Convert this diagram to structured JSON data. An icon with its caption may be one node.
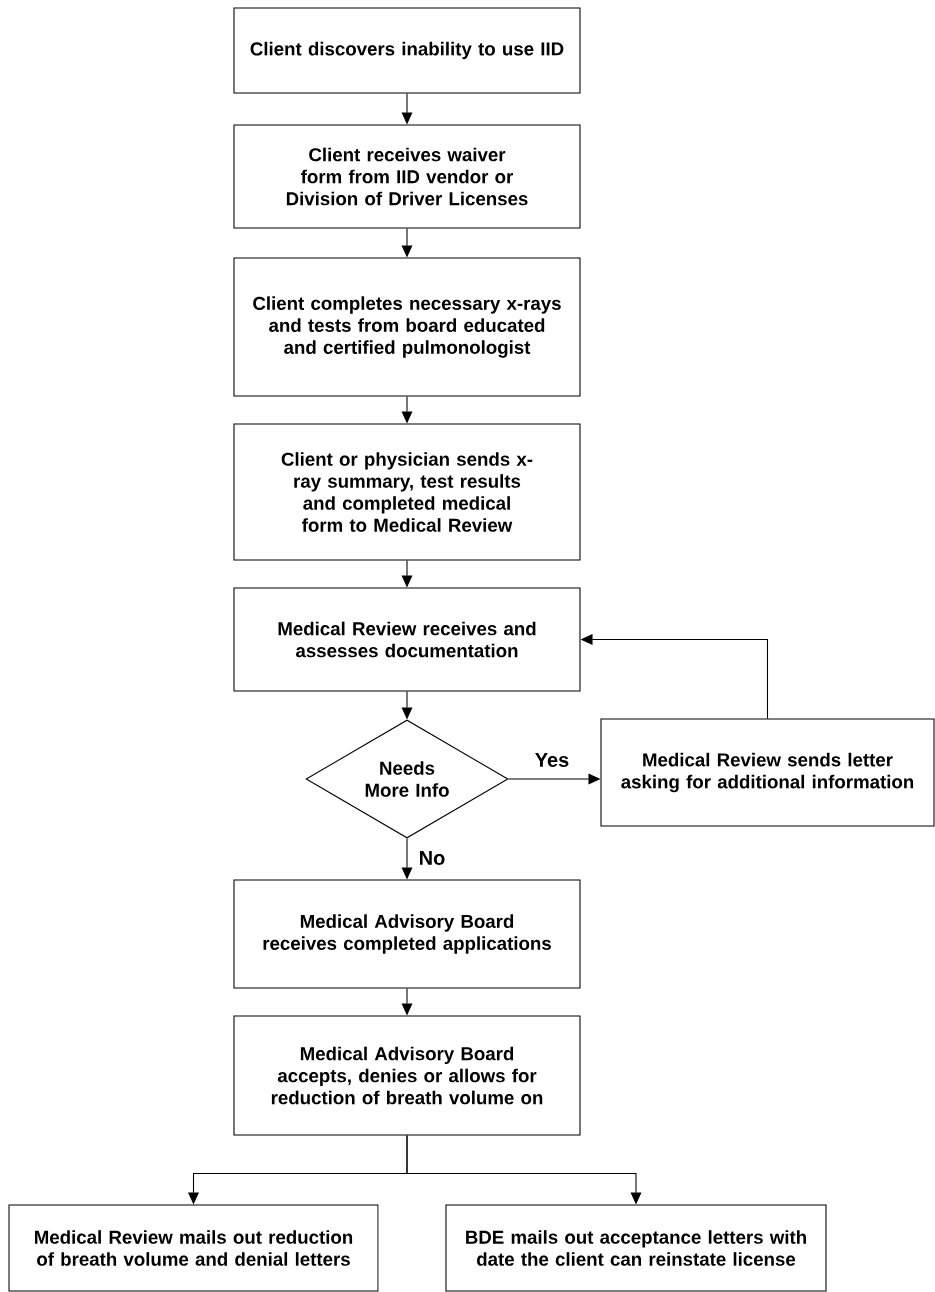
{
  "diagram": {
    "nodes": [
      {
        "text": [
          "Client discovers inability to use IID"
        ]
      },
      {
        "text": [
          "Client receives waiver form from IID vendor or Division of Driver Licenses"
        ]
      },
      {
        "text": [
          "Client completes necessary x-rays and tests from board educated and certified pulmonologist"
        ]
      },
      {
        "text": [
          "Client or physician sends x-ray summary, test results and completed medical form to Medical Review"
        ]
      },
      {
        "text": [
          "Medical Review receives and assesses documentation"
        ]
      },
      {
        "text": [
          "Needs More Info"
        ]
      },
      {
        "text": [
          "Medical Review sends letter asking for additional information"
        ]
      },
      {
        "text": [
          "Medical Advisory Board receives completed applications"
        ]
      },
      {
        "text": [
          "Medical Advisory Board accepts, denies or allows for reduction of breath volume on"
        ]
      },
      {
        "text": [
          "Medical Review mails out reduction of breath volume and denial letters"
        ]
      },
      {
        "text": [
          "BDE mails out acceptance letters with date the client can reinstate license"
        ]
      }
    ],
    "edges": [
      {
        "from": 0,
        "to": 1,
        "arrow": "to"
      },
      {
        "from": 1,
        "to": 2,
        "arrow": "to"
      },
      {
        "from": 2,
        "to": 3,
        "arrow": "to"
      },
      {
        "from": 3,
        "to": 4,
        "arrow": "to"
      },
      {
        "from": 4,
        "to": 5,
        "arrow": "to"
      },
      {
        "from": 5,
        "to": 6,
        "arrow": "to",
        "label": "Yes"
      },
      {
        "from": 6,
        "to": 4,
        "arrow": "to"
      },
      {
        "from": 5,
        "to": 7,
        "arrow": "to",
        "label": "No"
      },
      {
        "from": 7,
        "to": 8,
        "arrow": "to"
      },
      {
        "from": 8,
        "to": 9,
        "arrow": "to"
      },
      {
        "from": 8,
        "to": 10,
        "arrow": "to"
      }
    ]
  }
}
